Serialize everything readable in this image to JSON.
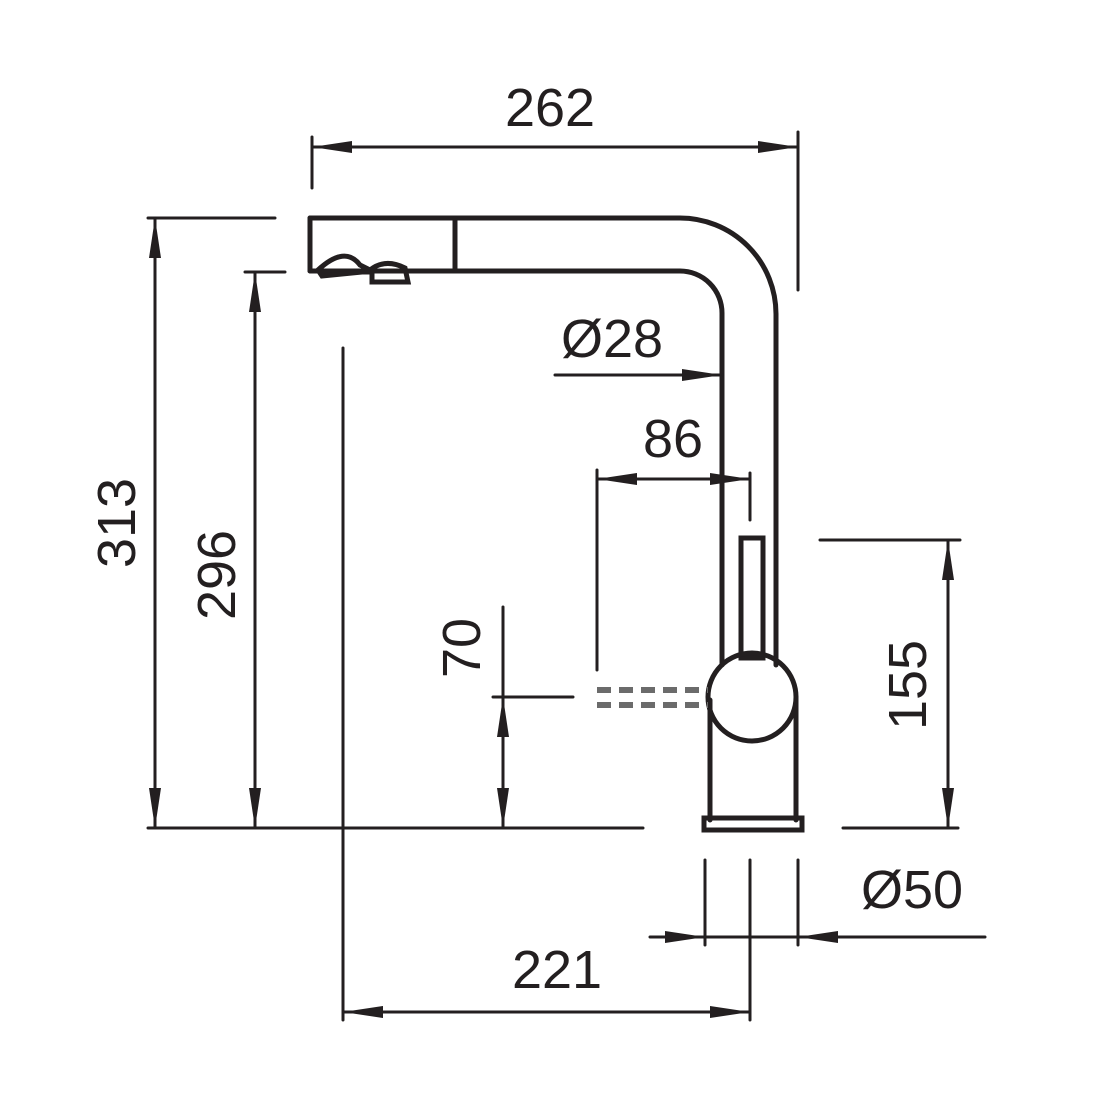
{
  "drawing": {
    "colors": {
      "line": "#231f20",
      "hidden": "#6b6b6b"
    },
    "dimensions": {
      "overall_width": "262",
      "overall_height": "313",
      "spout_height": "296",
      "spout_diameter": "Ø28",
      "handle_offset": "86",
      "handle_height": "70",
      "body_height": "155",
      "base_diameter": "Ø50",
      "reach": "221"
    }
  }
}
